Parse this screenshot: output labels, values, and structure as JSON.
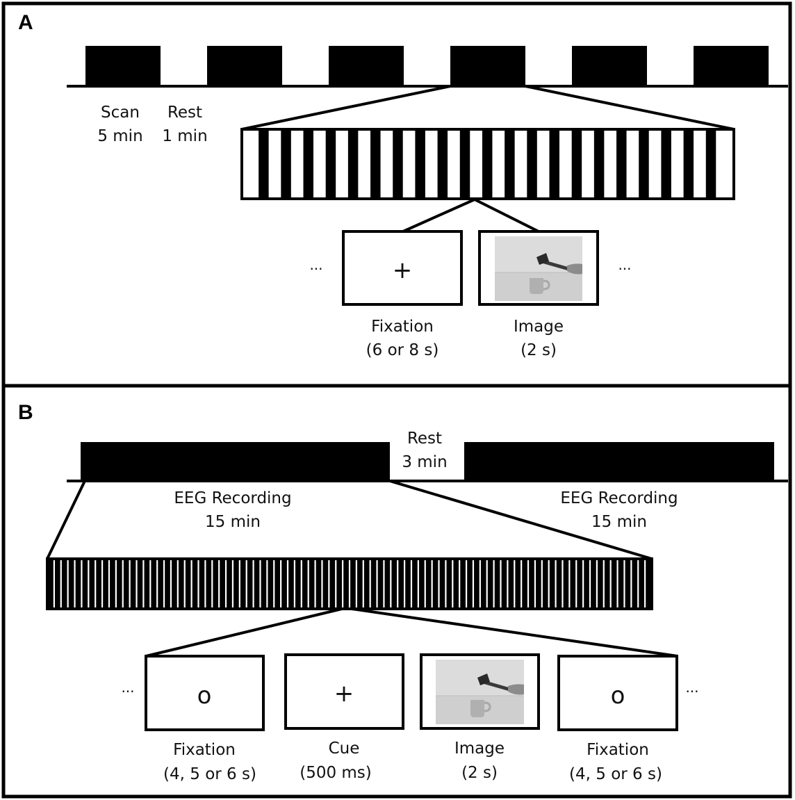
{
  "panel_a": {
    "letter": "A",
    "scan_label_1": "Scan",
    "scan_label_2": "5 min",
    "rest_label_1": "Rest",
    "rest_label_2": "1 min",
    "ellipsis_left": "...",
    "ellipsis_right": "...",
    "fixation_symbol": "+",
    "fixation_label_1": "Fixation",
    "fixation_label_2": "(6 or 8 s)",
    "image_label_1": "Image",
    "image_label_2": "(2 s)",
    "scan_block_count": 6,
    "trial_stripe_count": 21
  },
  "panel_b": {
    "letter": "B",
    "rest_label_1": "Rest",
    "rest_label_2": "3 min",
    "eeg_left_label_1": "EEG Recording",
    "eeg_left_label_2": "15 min",
    "eeg_right_label_1": "EEG Recording",
    "eeg_right_label_2": "15 min",
    "ellipsis_left": "...",
    "ellipsis_right": "...",
    "fixation_symbol_1": "o",
    "cue_symbol": "+",
    "fixation_symbol_2": "o",
    "fixation1_label_1": "Fixation",
    "fixation1_label_2": "(4, 5 or 6 s)",
    "cue_label_1": "Cue",
    "cue_label_2": "(500 ms)",
    "image_label_1": "Image",
    "image_label_2": "(2 s)",
    "fixation2_label_1": "Fixation",
    "fixation2_label_2": "(4, 5 or 6 s)",
    "trial_stripe_count": 88
  },
  "colors": {
    "ink": "#000000",
    "photo_background": "#d9d9d9",
    "photo_floor": "#c7c7c7",
    "photo_object": "#9a9a9a"
  }
}
